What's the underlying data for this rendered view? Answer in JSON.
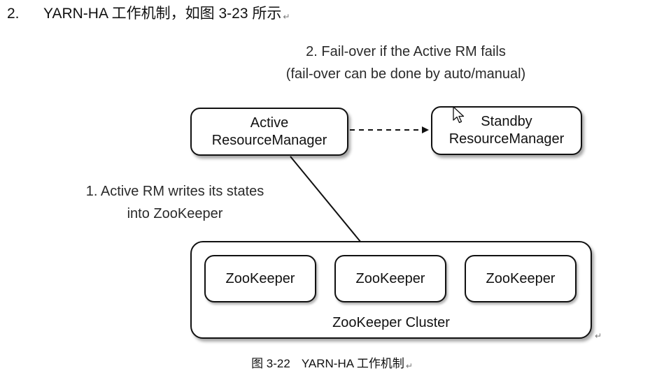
{
  "heading": {
    "number": "2.",
    "text": "YARN-HA 工作机制，如图 3-23 所示",
    "mark": "↵"
  },
  "diagram": {
    "failover_note": {
      "line1": "2. Fail-over if the Active RM fails",
      "line2": "(fail-over can be done by auto/manual)"
    },
    "write_note": {
      "line1": "1. Active RM writes its states",
      "line2": "into ZooKeeper"
    },
    "active_rm": {
      "line1": "Active",
      "line2": "ResourceManager"
    },
    "standby_rm": {
      "line1": "Standby",
      "line2": "ResourceManager"
    },
    "cluster": {
      "label": "ZooKeeper Cluster",
      "nodes": [
        "ZooKeeper",
        "ZooKeeper",
        "ZooKeeper"
      ],
      "mark": "↵"
    }
  },
  "caption": {
    "number": "图 3-22",
    "text": "YARN-HA 工作机制",
    "mark": "↵"
  }
}
